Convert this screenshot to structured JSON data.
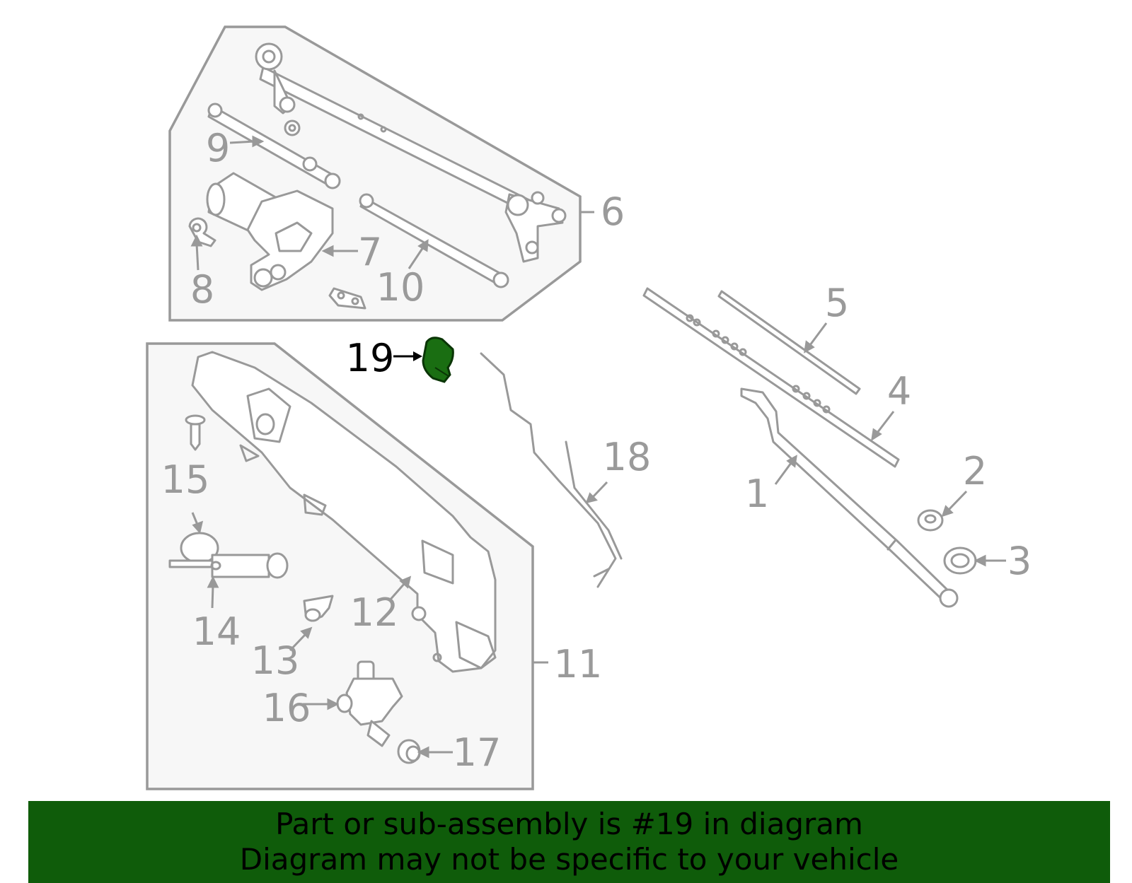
{
  "callouts": [
    "1",
    "2",
    "3",
    "4",
    "5",
    "6",
    "7",
    "8",
    "9",
    "10",
    "11",
    "12",
    "13",
    "14",
    "15",
    "16",
    "17",
    "18",
    "19"
  ],
  "highlighted_part": "19",
  "colors": {
    "highlight_fill": "#1a6e12",
    "banner_bg": "#0f5c0a",
    "line_gray": "#999999",
    "label_gray": "#9a9a9a"
  },
  "banner": {
    "line1": "Part or sub-assembly is #19 in diagram",
    "line2": "Diagram may not be specific to your vehicle"
  }
}
